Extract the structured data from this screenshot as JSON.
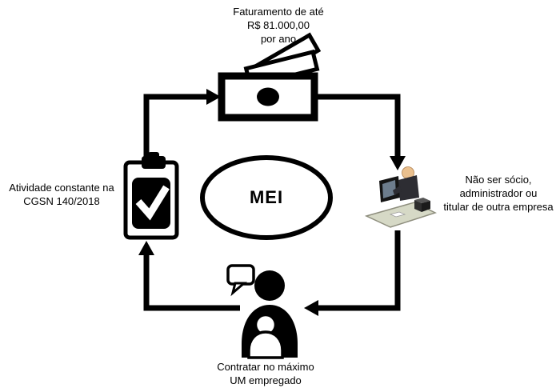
{
  "page": {
    "background_color": "#ffffff",
    "line_color": "#000000"
  },
  "diagram": {
    "center": {
      "label": "MEI"
    },
    "nodes": {
      "top": {
        "icon": "money-bills-icon",
        "label": "Faturamento de até\nR$ 81.000,00\npor ano"
      },
      "right": {
        "icon": "businessman-desk-icon",
        "label": "Não ser sócio,\nadministrador ou\ntitular de outra empresa"
      },
      "bottom": {
        "icon": "employee-speech-icon",
        "label": "Contratar no máximo\nUM empregado"
      },
      "left": {
        "icon": "clipboard-check-icon",
        "label": "Atividade constante na\nCGSN 140/2018"
      }
    }
  }
}
